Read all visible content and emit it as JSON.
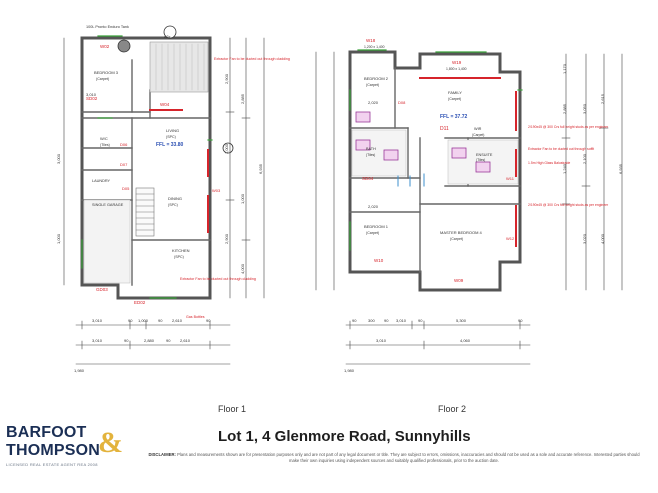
{
  "floors": [
    "Floor 1",
    "Floor 2"
  ],
  "plan": {
    "floor1": {
      "tags": {
        "tank": "100L Pronto Enduro Tank",
        "w02": "W02",
        "level": "A3x",
        "sd02": "SD02",
        "w04": "W04",
        "d06": "D06",
        "d07": "D07",
        "laundry": "LAUNDRY",
        "garage": "SINGLE GARAGE",
        "d05": "D05",
        "g03": "GD03",
        "d02": "ED02",
        "w03": "W03"
      },
      "rooms": [
        {
          "name": "BEDROOM 3",
          "finish": "(Carpet)"
        },
        {
          "name": "LIVING",
          "finish": "(SPC)"
        },
        {
          "name": "DINING",
          "finish": "(SPC)"
        },
        {
          "name": "KITCHEN",
          "finish": "(SPC)"
        },
        {
          "name": "W/C",
          "finish": "(Tiles)"
        }
      ],
      "ffl": "FFL = 33.80",
      "notes": [
        "Extractor Fan to be ducted out through cladding",
        "Extractor Fan to be ducted out through cladding",
        "Gas Bottles"
      ],
      "dims_bottom_a": [
        "3,010",
        "90",
        "1,000",
        "90",
        "2,610",
        "90"
      ],
      "dims_bottom_b": [
        "3,010",
        "90",
        "2,880",
        "90",
        "2,610"
      ],
      "dims_bottom_total": "1,980",
      "dims_right": [
        "2,900",
        "1,000",
        "2,885",
        "6,935",
        "2,900",
        "1,000",
        "4,000"
      ],
      "dims_left": [
        "3,010",
        "3,000",
        "1,000"
      ]
    },
    "floor2": {
      "tags": {
        "w18": "W18",
        "w19": "W19",
        "d08": "D08",
        "d11": "D11",
        "sd04": "SD04",
        "w10": "W10",
        "w09": "W09",
        "w11": "W11",
        "w12": "W12"
      },
      "rooms": [
        {
          "name": "BEDROOM 2",
          "finish": "(Carpet)"
        },
        {
          "name": "FAMILY",
          "finish": "(Carpet)"
        },
        {
          "name": "BEDROOM 1",
          "finish": "(Carpet)"
        },
        {
          "name": "MASTER BEDROOM 4",
          "finish": "(Carpet)"
        },
        {
          "name": "ENSUITE",
          "finish": "(Tiles)"
        },
        {
          "name": "BATH",
          "finish": "(Tiles)"
        },
        {
          "name": "WIR",
          "finish": "(Carpet)"
        }
      ],
      "ffl": "FFL = 37.72",
      "notes": [
        "2/190x45 @ 300 Crs full height studs as per engineer",
        "Extractor Fan to be ducted out through soffit",
        "1.5m High Glass Balustrade",
        "2/190x45 @ 300 Crs full height studs as per engineer"
      ],
      "dims_bottom_a": [
        "90",
        "300",
        "90",
        "3,010",
        "90",
        "5,300",
        "90"
      ],
      "dims_bottom_b": [
        "3,010",
        "4,060"
      ],
      "dims_bottom_total": "1,980",
      "dims_top": [
        "1,200 x 1,400",
        "1,800 x 1,400"
      ],
      "dims_right": [
        "1,170",
        "2,885",
        "3,050",
        "2,100",
        "1,240",
        "2,615",
        "6,935",
        "3,020",
        "4,000"
      ],
      "dims_left": [
        "2,020",
        "2,020"
      ]
    }
  },
  "brand": {
    "line1": "BARFOOT",
    "line2": "THOMPSON",
    "amp": "&",
    "tagline": "LICENSED REAL ESTATE AGENT REA 2008",
    "navy": "#1b2f55",
    "gold": "#e3b33c"
  },
  "title": "Lot 1, 4 Glenmore Road, Sunnyhills",
  "disclaimer": {
    "label": "DISCLAIMER:",
    "text": "Plans and measurements shown are for presentation purposes only and are not part of any legal document or title. They are subject to errors, omissions, inaccuracies and should not be used as a sole and accurate reference. Interested parties should make their own inquiries using independent sources and suitably qualified professionals, prior to the auction date."
  }
}
